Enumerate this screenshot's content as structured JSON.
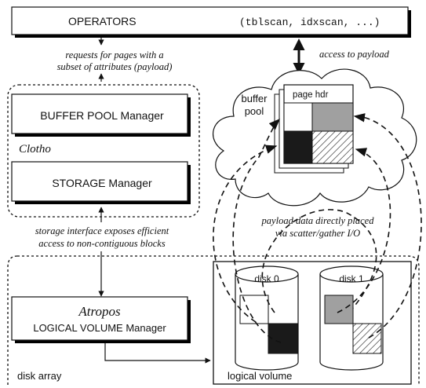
{
  "operators": {
    "label": "OPERATORS",
    "ops_list": "(tblscan, idxscan, ...)"
  },
  "annotations": {
    "requests_line1": "requests for pages with a",
    "requests_line2": "subset of attributes (payload)",
    "access_to_payload": "access to payload",
    "storage_iface_line1": "storage interface exposes efficient",
    "storage_iface_line2": "access to non-contiguous blocks",
    "payload_line1": "payload data directly placed",
    "payload_line2": "via scatter/gather I/O"
  },
  "clotho": {
    "label": "Clotho",
    "buffer_pool_manager": "BUFFER POOL Manager",
    "storage_manager": "STORAGE Manager"
  },
  "buffer_pool": {
    "label_line1": "buffer",
    "label_line2": "pool",
    "page_header": "page hdr"
  },
  "disk_array": {
    "label": "disk array",
    "atropos_title": "Atropos",
    "lvm_label": "LOGICAL VOLUME Manager",
    "logical_volume_label": "logical volume",
    "disks": [
      {
        "label": "disk 0"
      },
      {
        "label": "disk 1"
      }
    ]
  },
  "colors": {
    "black_block": "#1a1a1a",
    "gray_block": "#a0a0a0",
    "white_block": "#ffffff"
  }
}
